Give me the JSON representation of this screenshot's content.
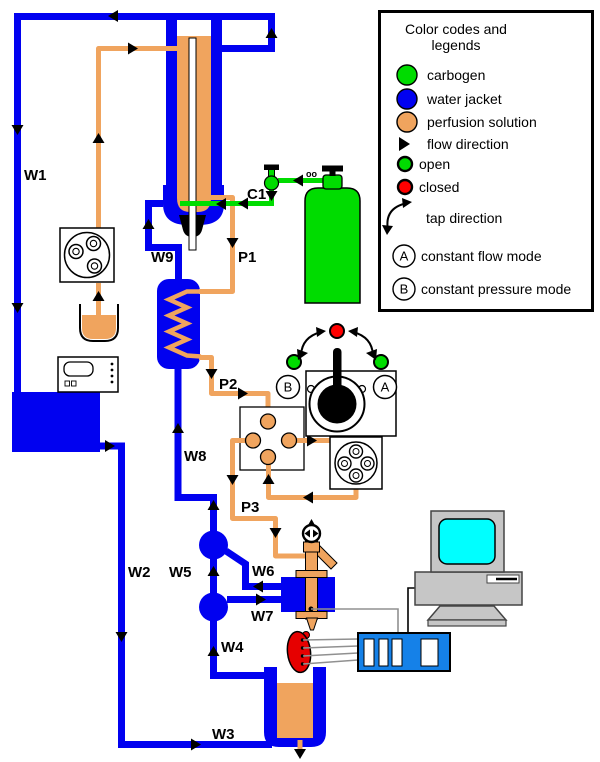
{
  "legend": {
    "title_line1": "Color codes and",
    "title_line2": "legends",
    "items": [
      {
        "key": "carbogen",
        "label": "carbogen",
        "color": "#00DC00"
      },
      {
        "key": "water-jacket",
        "label": "water jacket",
        "color": "#0101F0"
      },
      {
        "key": "perfusion-solution",
        "label": "perfusion solution",
        "color": "#F0A45E"
      },
      {
        "key": "flow-direction",
        "label": "flow direction"
      },
      {
        "key": "open",
        "label": "open",
        "color": "#00DC00"
      },
      {
        "key": "closed",
        "label": "closed",
        "color": "#FF0000"
      },
      {
        "key": "tap-direction",
        "label": "tap direction"
      },
      {
        "key": "constant-flow-mode",
        "symbol": "A",
        "label": "constant flow mode"
      },
      {
        "key": "constant-pressure-mode",
        "symbol": "B",
        "label": "constant pressure mode"
      }
    ]
  },
  "labels": {
    "w1": "W1",
    "w2": "W2",
    "w3": "W3",
    "w4": "W4",
    "w5": "W5",
    "w6": "W6",
    "w7": "W7",
    "w8": "W8",
    "w9": "W9",
    "p1": "P1",
    "p2": "P2",
    "p3": "P3",
    "c1": "C1",
    "regulator": "oo"
  },
  "tap": {
    "mode_a": "A",
    "mode_b": "B"
  },
  "colors": {
    "water_jacket": "#0101F0",
    "carbogen": "#00DC00",
    "perfusion_solution": "#F0A45E",
    "open": "#00DC00",
    "closed": "#FF0000",
    "tissue": "#E60000",
    "amplifier_blue": "#1581E8",
    "monitor_screen": "#00FFFF",
    "computer_gray": "#C6C6C6"
  }
}
